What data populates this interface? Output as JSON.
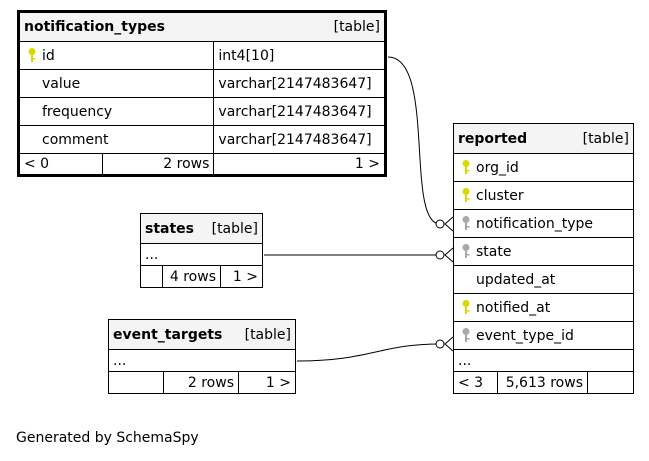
{
  "tables": {
    "notification_types": {
      "name": "notification_types",
      "tag": "[table]",
      "columns": [
        {
          "name": "id",
          "type": "int4[10]",
          "key": "primary"
        },
        {
          "name": "value",
          "type": "varchar[2147483647]"
        },
        {
          "name": "frequency",
          "type": "varchar[2147483647]"
        },
        {
          "name": "comment",
          "type": "varchar[2147483647]"
        }
      ],
      "footer": {
        "parents": "< 0",
        "rows": "2 rows",
        "children": "1 >"
      }
    },
    "reported": {
      "name": "reported",
      "tag": "[table]",
      "columns": [
        {
          "name": "org_id",
          "key": "primary"
        },
        {
          "name": "cluster",
          "key": "primary"
        },
        {
          "name": "notification_type",
          "key": "foreign"
        },
        {
          "name": "state",
          "key": "foreign"
        },
        {
          "name": "updated_at"
        },
        {
          "name": "notified_at",
          "key": "primary"
        },
        {
          "name": "event_type_id",
          "key": "foreign"
        }
      ],
      "ellipsis": "...",
      "footer": {
        "parents": "< 3",
        "rows": "5,613 rows",
        "children": ""
      }
    },
    "states": {
      "name": "states",
      "tag": "[table]",
      "ellipsis": "...",
      "footer": {
        "parents": "",
        "rows": "4 rows",
        "children": "1 >"
      }
    },
    "event_targets": {
      "name": "event_targets",
      "tag": "[table]",
      "ellipsis": "...",
      "footer": {
        "parents": "",
        "rows": "2 rows",
        "children": "1 >"
      }
    }
  },
  "colors": {
    "primary_key": "#d9d900",
    "foreign_key": "#a8a8a8",
    "header_bg": "#f4f4f4"
  },
  "footer_text": "Generated by SchemaSpy"
}
